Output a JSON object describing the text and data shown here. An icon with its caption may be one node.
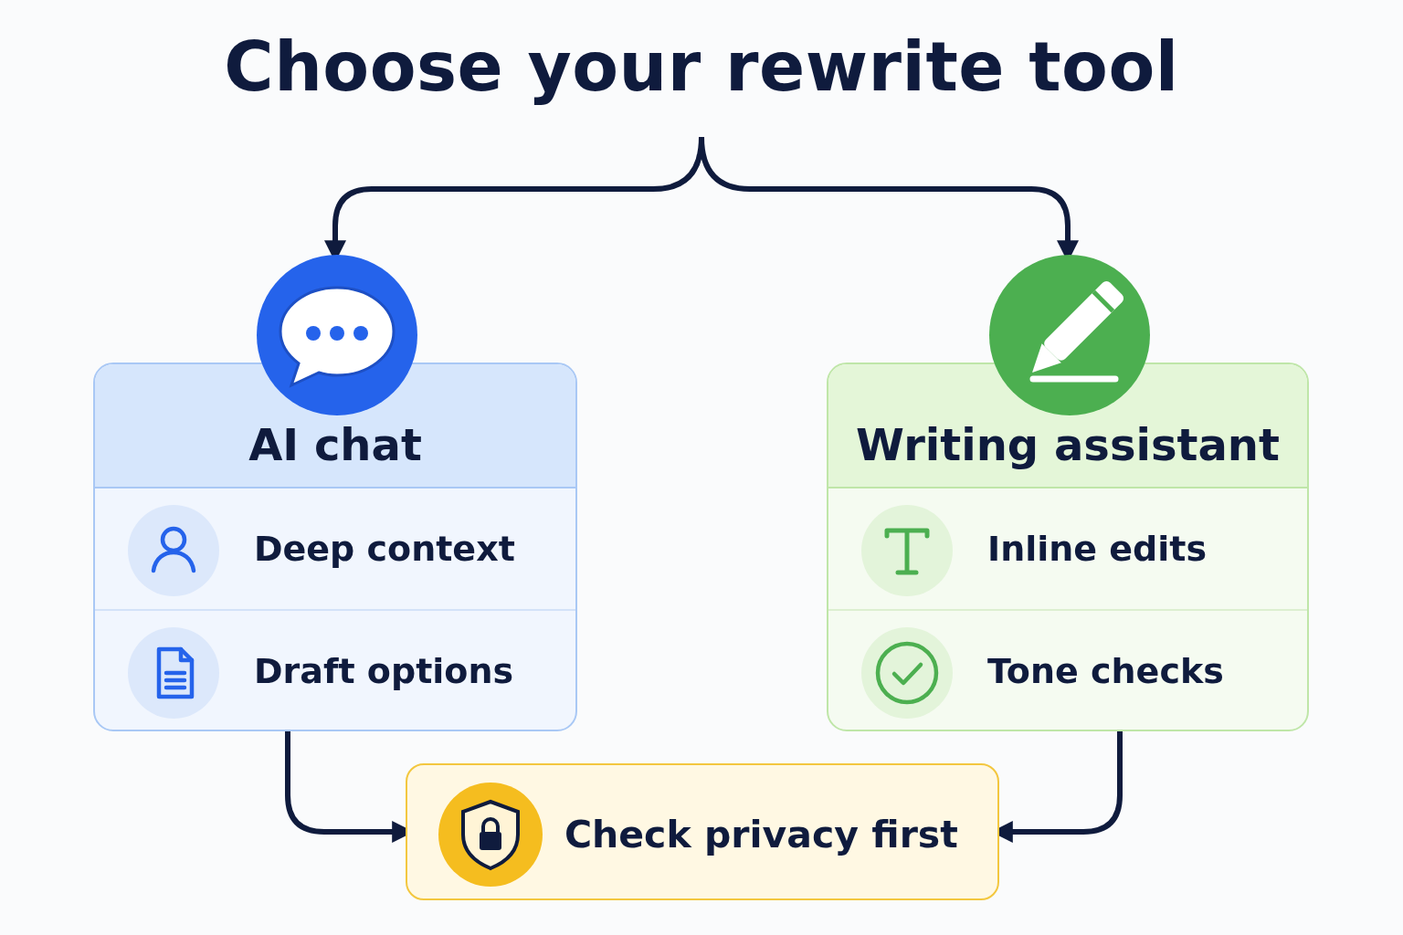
{
  "diagram": {
    "title": "Choose your rewrite tool",
    "nodes": [
      {
        "text": [
          "AI chat"
        ]
      },
      {
        "text": [
          "Deep context"
        ],
        "in": 0
      },
      {
        "text": [
          "Draft options"
        ],
        "in": 0
      },
      {
        "text": [
          "Writing assistant"
        ]
      },
      {
        "text": [
          "Inline edits"
        ],
        "in": 3
      },
      {
        "text": [
          "Tone checks"
        ],
        "in": 3
      },
      {
        "text": [
          "Check privacy first"
        ]
      }
    ],
    "edges": [
      {
        "from": null,
        "to": 0,
        "arrow": "to"
      },
      {
        "from": null,
        "to": 3,
        "arrow": "to"
      },
      {
        "from": 0,
        "to": 6,
        "arrow": "to"
      },
      {
        "from": 3,
        "to": 6,
        "arrow": "to"
      }
    ]
  }
}
